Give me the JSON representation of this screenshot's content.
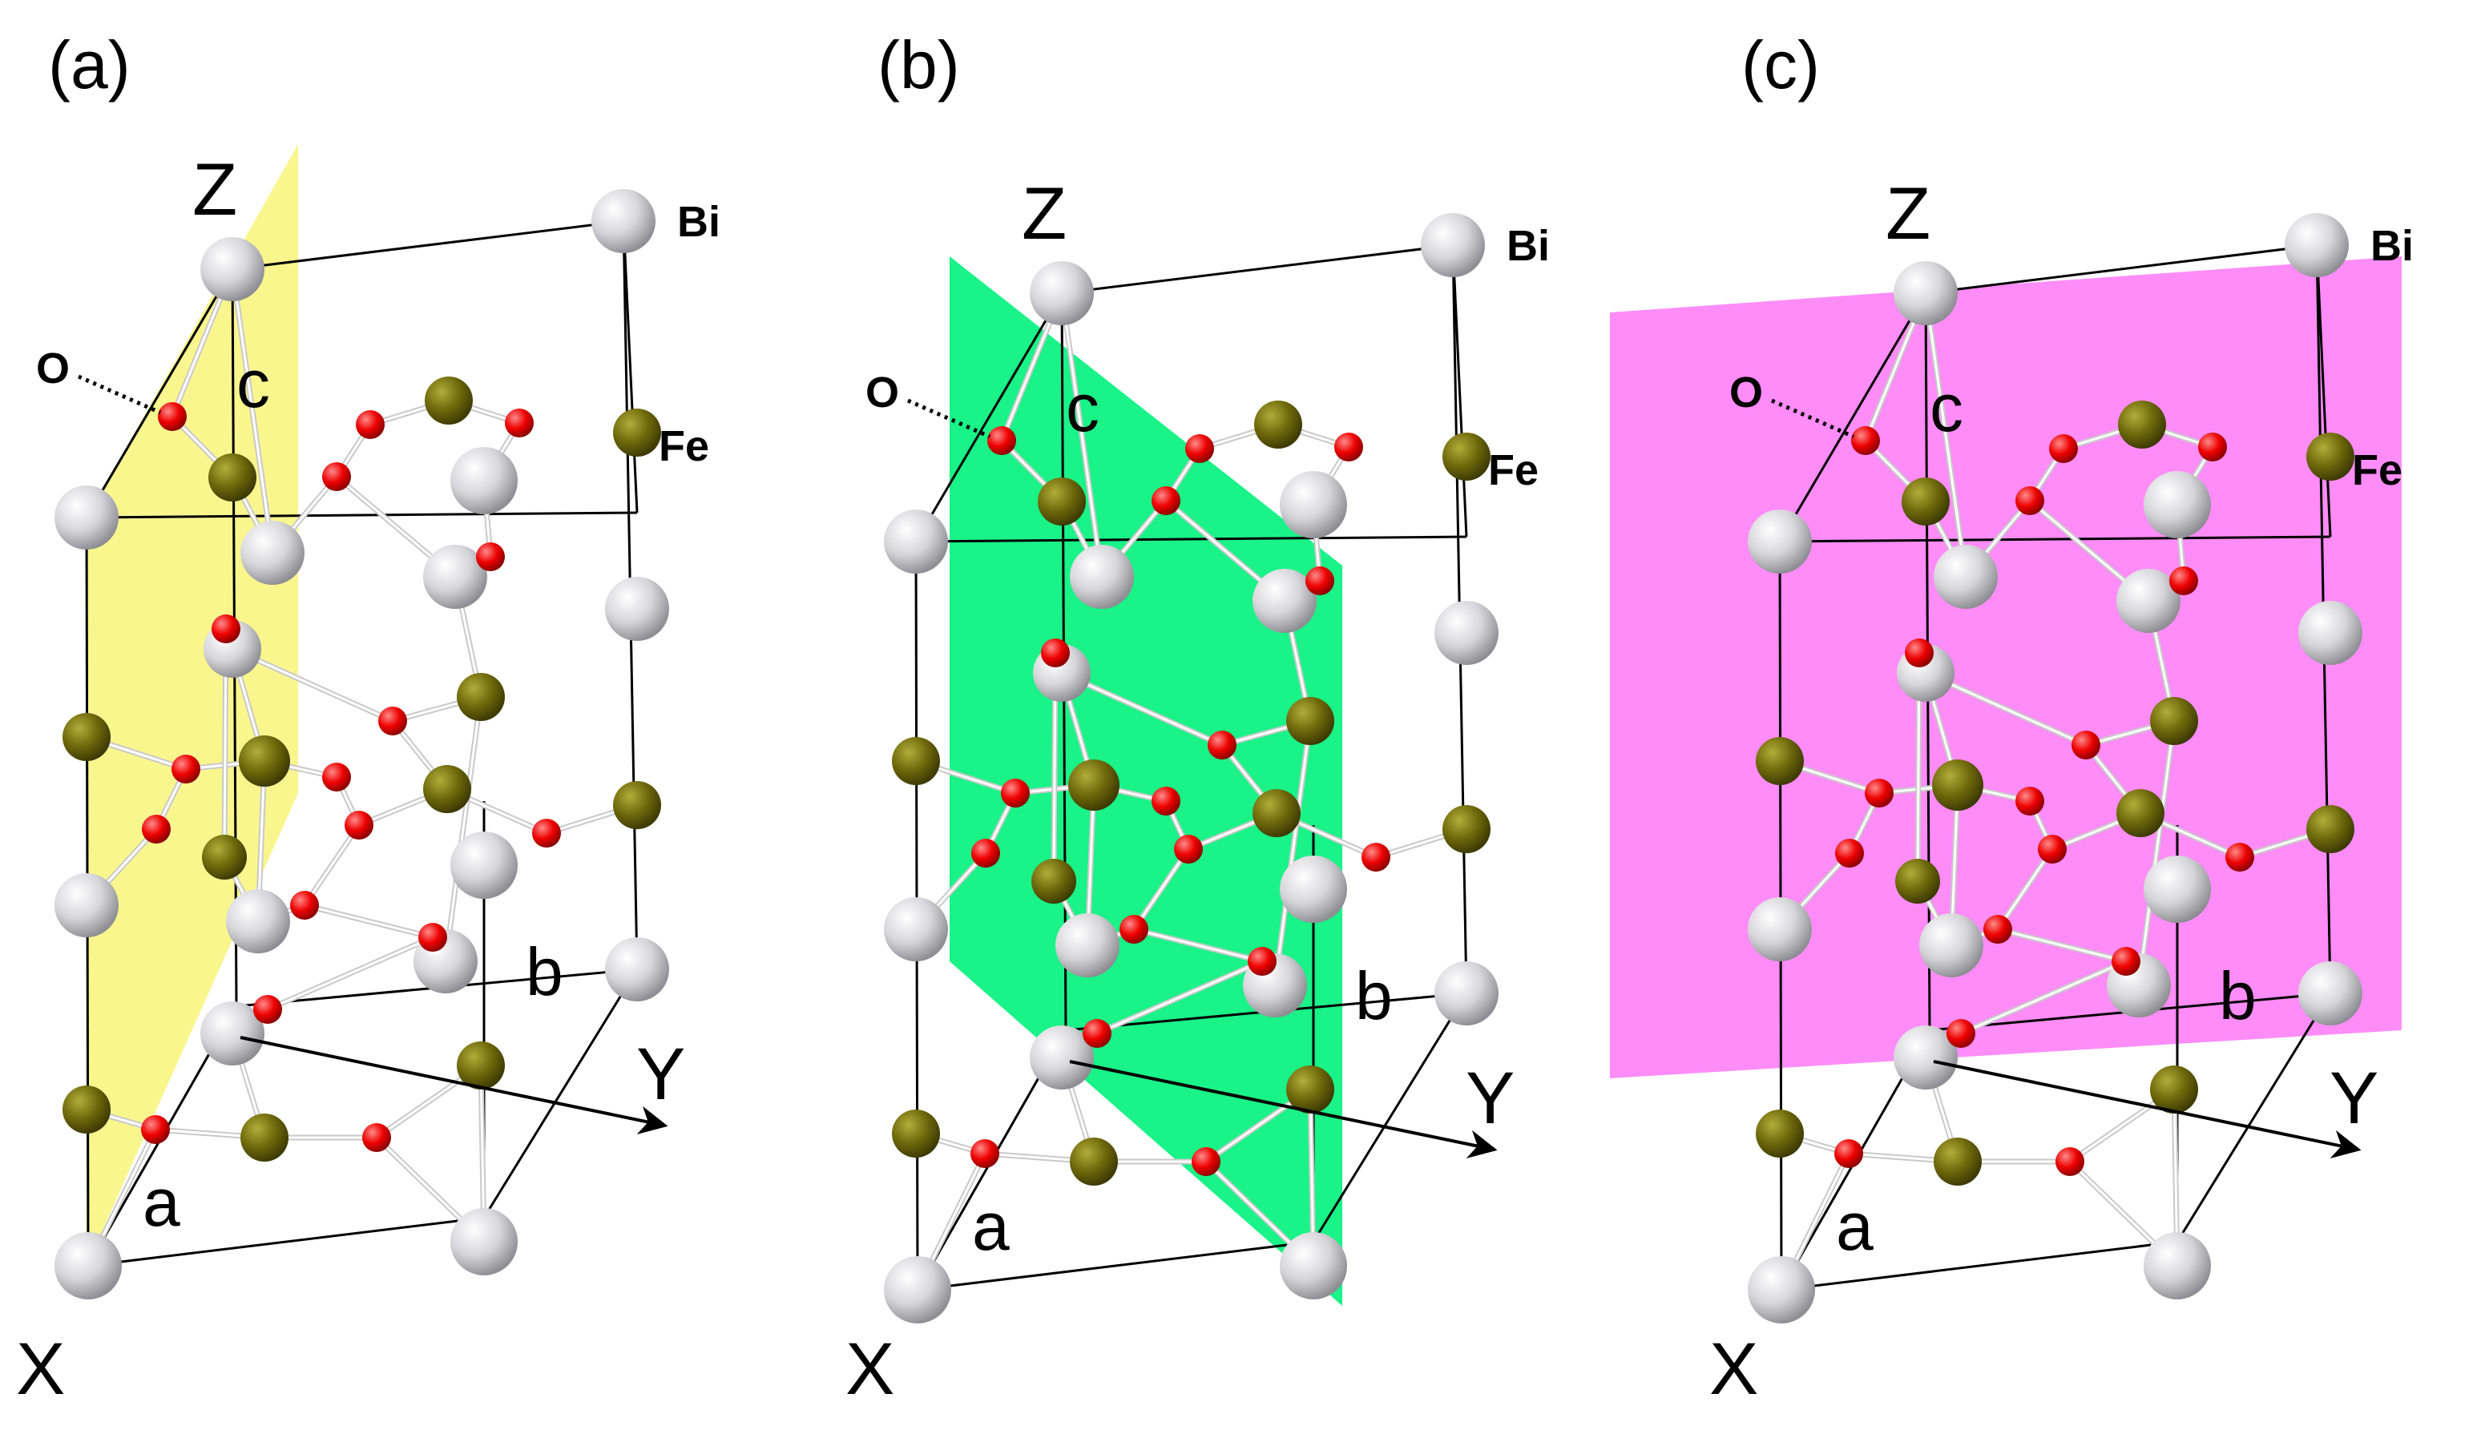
{
  "panels": [
    {
      "label": "(a)",
      "plane_color": "#f8f57a"
    },
    {
      "label": "(b)",
      "plane_color": "#00f27a"
    },
    {
      "label": "(c)",
      "plane_color": "#ff80f6"
    }
  ],
  "axes": {
    "x": "X",
    "y": "Y",
    "z": "Z"
  },
  "lattice": {
    "a": "a",
    "b": "b",
    "c": "c"
  },
  "elements": {
    "bi": "Bi",
    "fe": "Fe",
    "o": "O"
  },
  "colors": {
    "bi_atom": "#d8d8dc",
    "fe_atom": "#6f6a0c",
    "o_atom": "#ee0000",
    "bond": "#c9c9c9",
    "cell_edge": "#000000"
  }
}
